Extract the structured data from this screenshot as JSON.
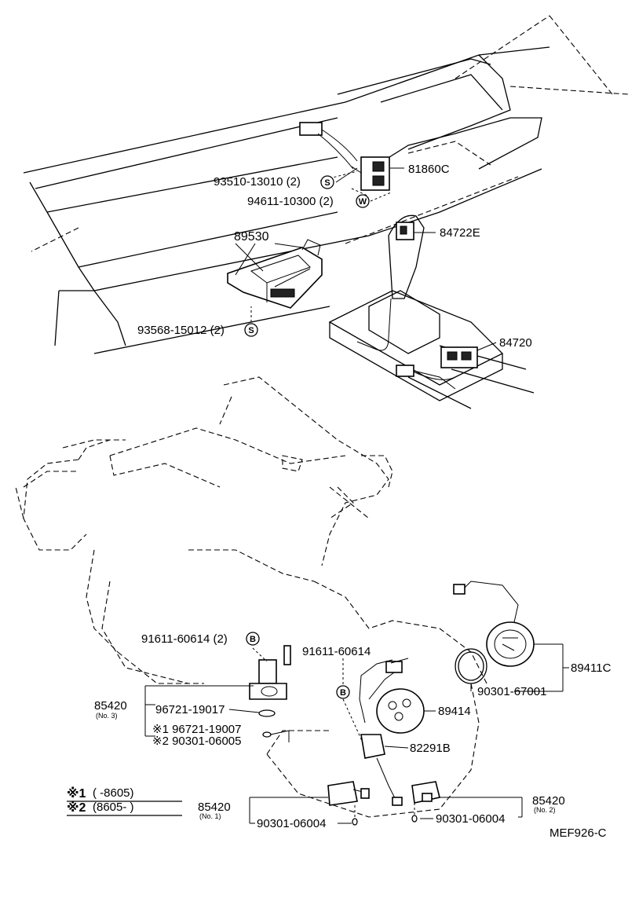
{
  "parts": {
    "p81860C": "81860C",
    "p93510": "93510-13010 (2)",
    "p94611": "94611-10300 (2)",
    "p89530": "89530",
    "p84722E": "84722E",
    "p93568": "93568-15012 (2)",
    "p84720": "84720",
    "p91611_2": "91611-60614 (2)",
    "p91611": "91611-60614",
    "p89411C": "89411C",
    "p90301_67001": "90301-67001",
    "p89414": "89414",
    "p85420_no3": "85420",
    "p85420_no3_sub": "(No. 3)",
    "p96721_19017": "96721-19017",
    "p96721_19007": "※1 96721-19007",
    "p90301_06005": "※2 90301-06005",
    "p82291B": "82291B",
    "p85420_no1": "85420",
    "p85420_no1_sub": "(No. 1)",
    "p90301_06004_a": "90301-06004",
    "p85420_no2": "85420",
    "p85420_no2_sub": "(No. 2)",
    "p90301_06004_b": "90301-06004"
  },
  "symbols": {
    "s": "S",
    "w": "W",
    "b": "B"
  },
  "legend": {
    "note1_mark": "※1",
    "note1_text": "(        -8605)",
    "note2_mark": "※2",
    "note2_text": "(8605-        )"
  },
  "diagram_code": "MEF926-C"
}
